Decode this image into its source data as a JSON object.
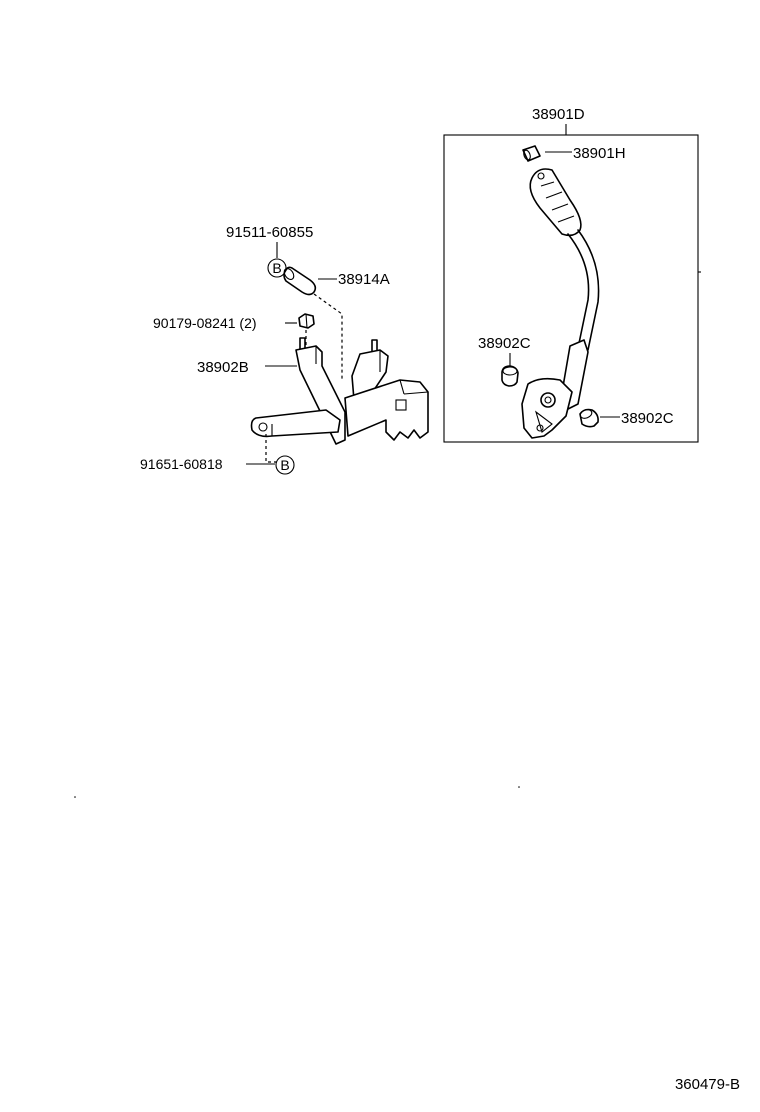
{
  "callouts": {
    "shift_lever_assy": "38901D",
    "knob_pin": "38901H",
    "bolt_b": "91511-60855",
    "pin": "38914A",
    "nut": "90179-08241 (2)",
    "bracket": "38902B",
    "bushing_left": "38902C",
    "bushing_right": "38902C",
    "bolt_bottom": "91651-60818"
  },
  "markers": {
    "b_top": "B",
    "b_bottom": "B"
  },
  "footer": {
    "figure_id": "360479-B"
  }
}
